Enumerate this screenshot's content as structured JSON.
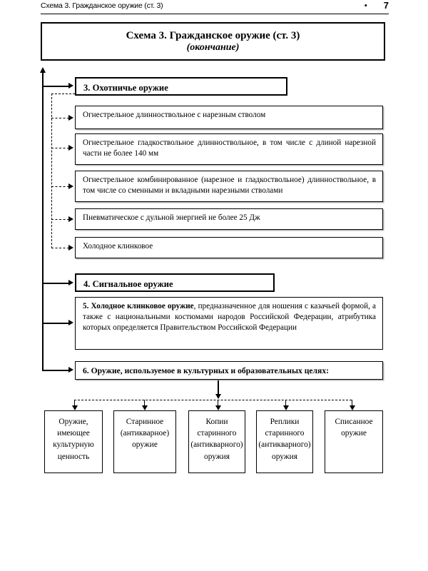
{
  "header": {
    "running_title": "Схема 3. Гражданское оружие (ст. 3)",
    "bullet": "•",
    "page_number": "7"
  },
  "title_box": {
    "line1": "Схема 3. Гражданское оружие (ст. 3)",
    "line2": "(окончание)"
  },
  "sections": {
    "section3": {
      "heading": "3. Охотничье оружие",
      "items": [
        "Огнестрельное длинноствольное с нарезным стволом",
        "Огнестрельное гладкоствольное длинноствольное, в том числе с длиной нарезной части не более 140 мм",
        "Огнестрельное комбинированное (нарезное и гладкоствольное) длинноствольное, в том числе со сменными и вкладными нарезными стволами",
        "Пневматическое с дульной энергией не более 25 Дж",
        "Холодное клинковое"
      ]
    },
    "section4": {
      "heading": "4. Сигнальное оружие"
    },
    "section5": {
      "lead": "5. Холодное клинковое оружие",
      "rest": ", предназначенное для ношения с казачьей формой, а также с национальными костюмами народов Российской Федерации, атрибутика которых определяется Правительством Российской Федерации"
    },
    "section6": {
      "heading": "6. Оружие, используемое в культурных и образовательных целях:",
      "leaves": [
        "Оружие, имеющее культурную ценность",
        "Старинное (антикварное) оружие",
        "Копии старинного (антикварного) оружия",
        "Реплики старинного (антикварного) оружия",
        "Списанное оружие"
      ]
    }
  },
  "colors": {
    "ink": "#000000",
    "paper": "#ffffff",
    "box_shadow": "#b9b9b9"
  }
}
